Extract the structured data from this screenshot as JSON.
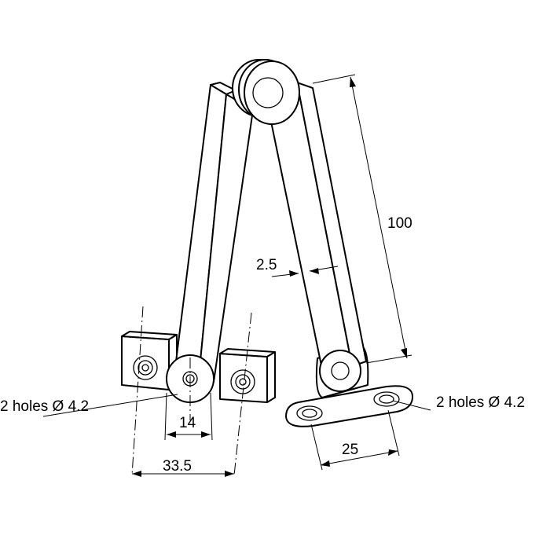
{
  "labels": {
    "hole_note_left": "2 holes Ø 4.2",
    "hole_note_right": "2 holes Ø 4.2",
    "dim_14": "14",
    "dim_33_5": "33.5",
    "dim_25": "25",
    "dim_100": "100",
    "dim_2_5": "2.5"
  }
}
